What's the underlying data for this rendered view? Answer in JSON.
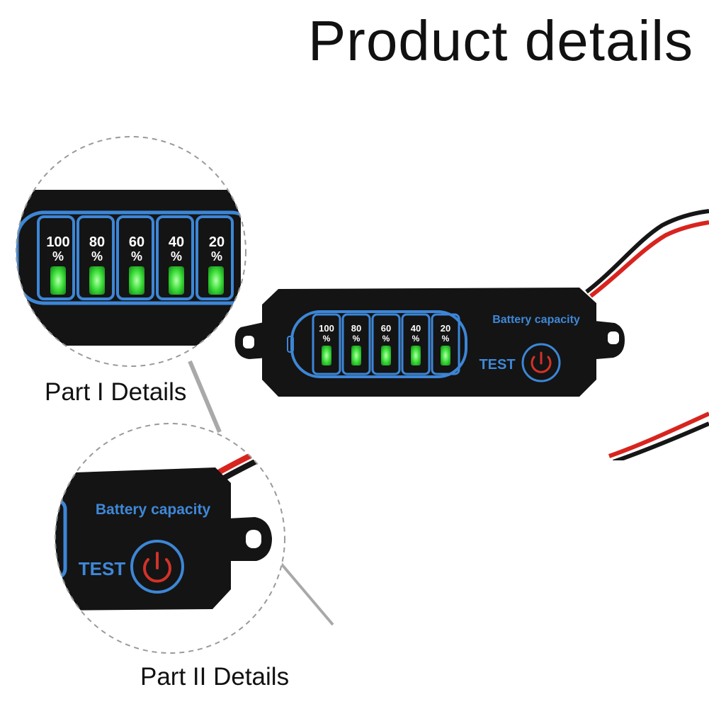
{
  "heading": "Product details",
  "captions": {
    "part1": "Part I Details",
    "part2": "Part II Details"
  },
  "device": {
    "brand_label": "Battery capacity",
    "test_label": "TEST",
    "levels": [
      {
        "value": "100",
        "unit": "%"
      },
      {
        "value": "80",
        "unit": "%"
      },
      {
        "value": "60",
        "unit": "%"
      },
      {
        "value": "40",
        "unit": "%"
      },
      {
        "value": "20",
        "unit": "%"
      }
    ]
  },
  "colors": {
    "body": "#141414",
    "outline_blue": "#3d86d6",
    "text_blue": "#3f88d8",
    "led_green": "#3ee03a",
    "button_red": "#d2322a",
    "wire_red": "#d8241e",
    "wire_black": "#161616"
  }
}
